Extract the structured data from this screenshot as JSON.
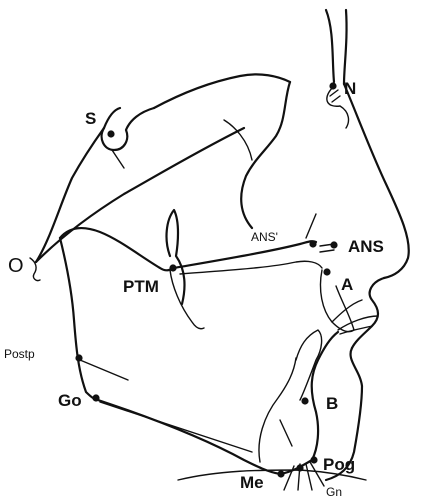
{
  "landmarks": {
    "S": "S",
    "N": "N",
    "O": "O",
    "PTM": "PTM",
    "ANS_prime": "ANS'",
    "ANS": "ANS",
    "A": "A",
    "Postp": "Postp",
    "Go": "Go",
    "B": "B",
    "Pog": "Pog",
    "Me": "Me",
    "Gn": "Gn"
  }
}
